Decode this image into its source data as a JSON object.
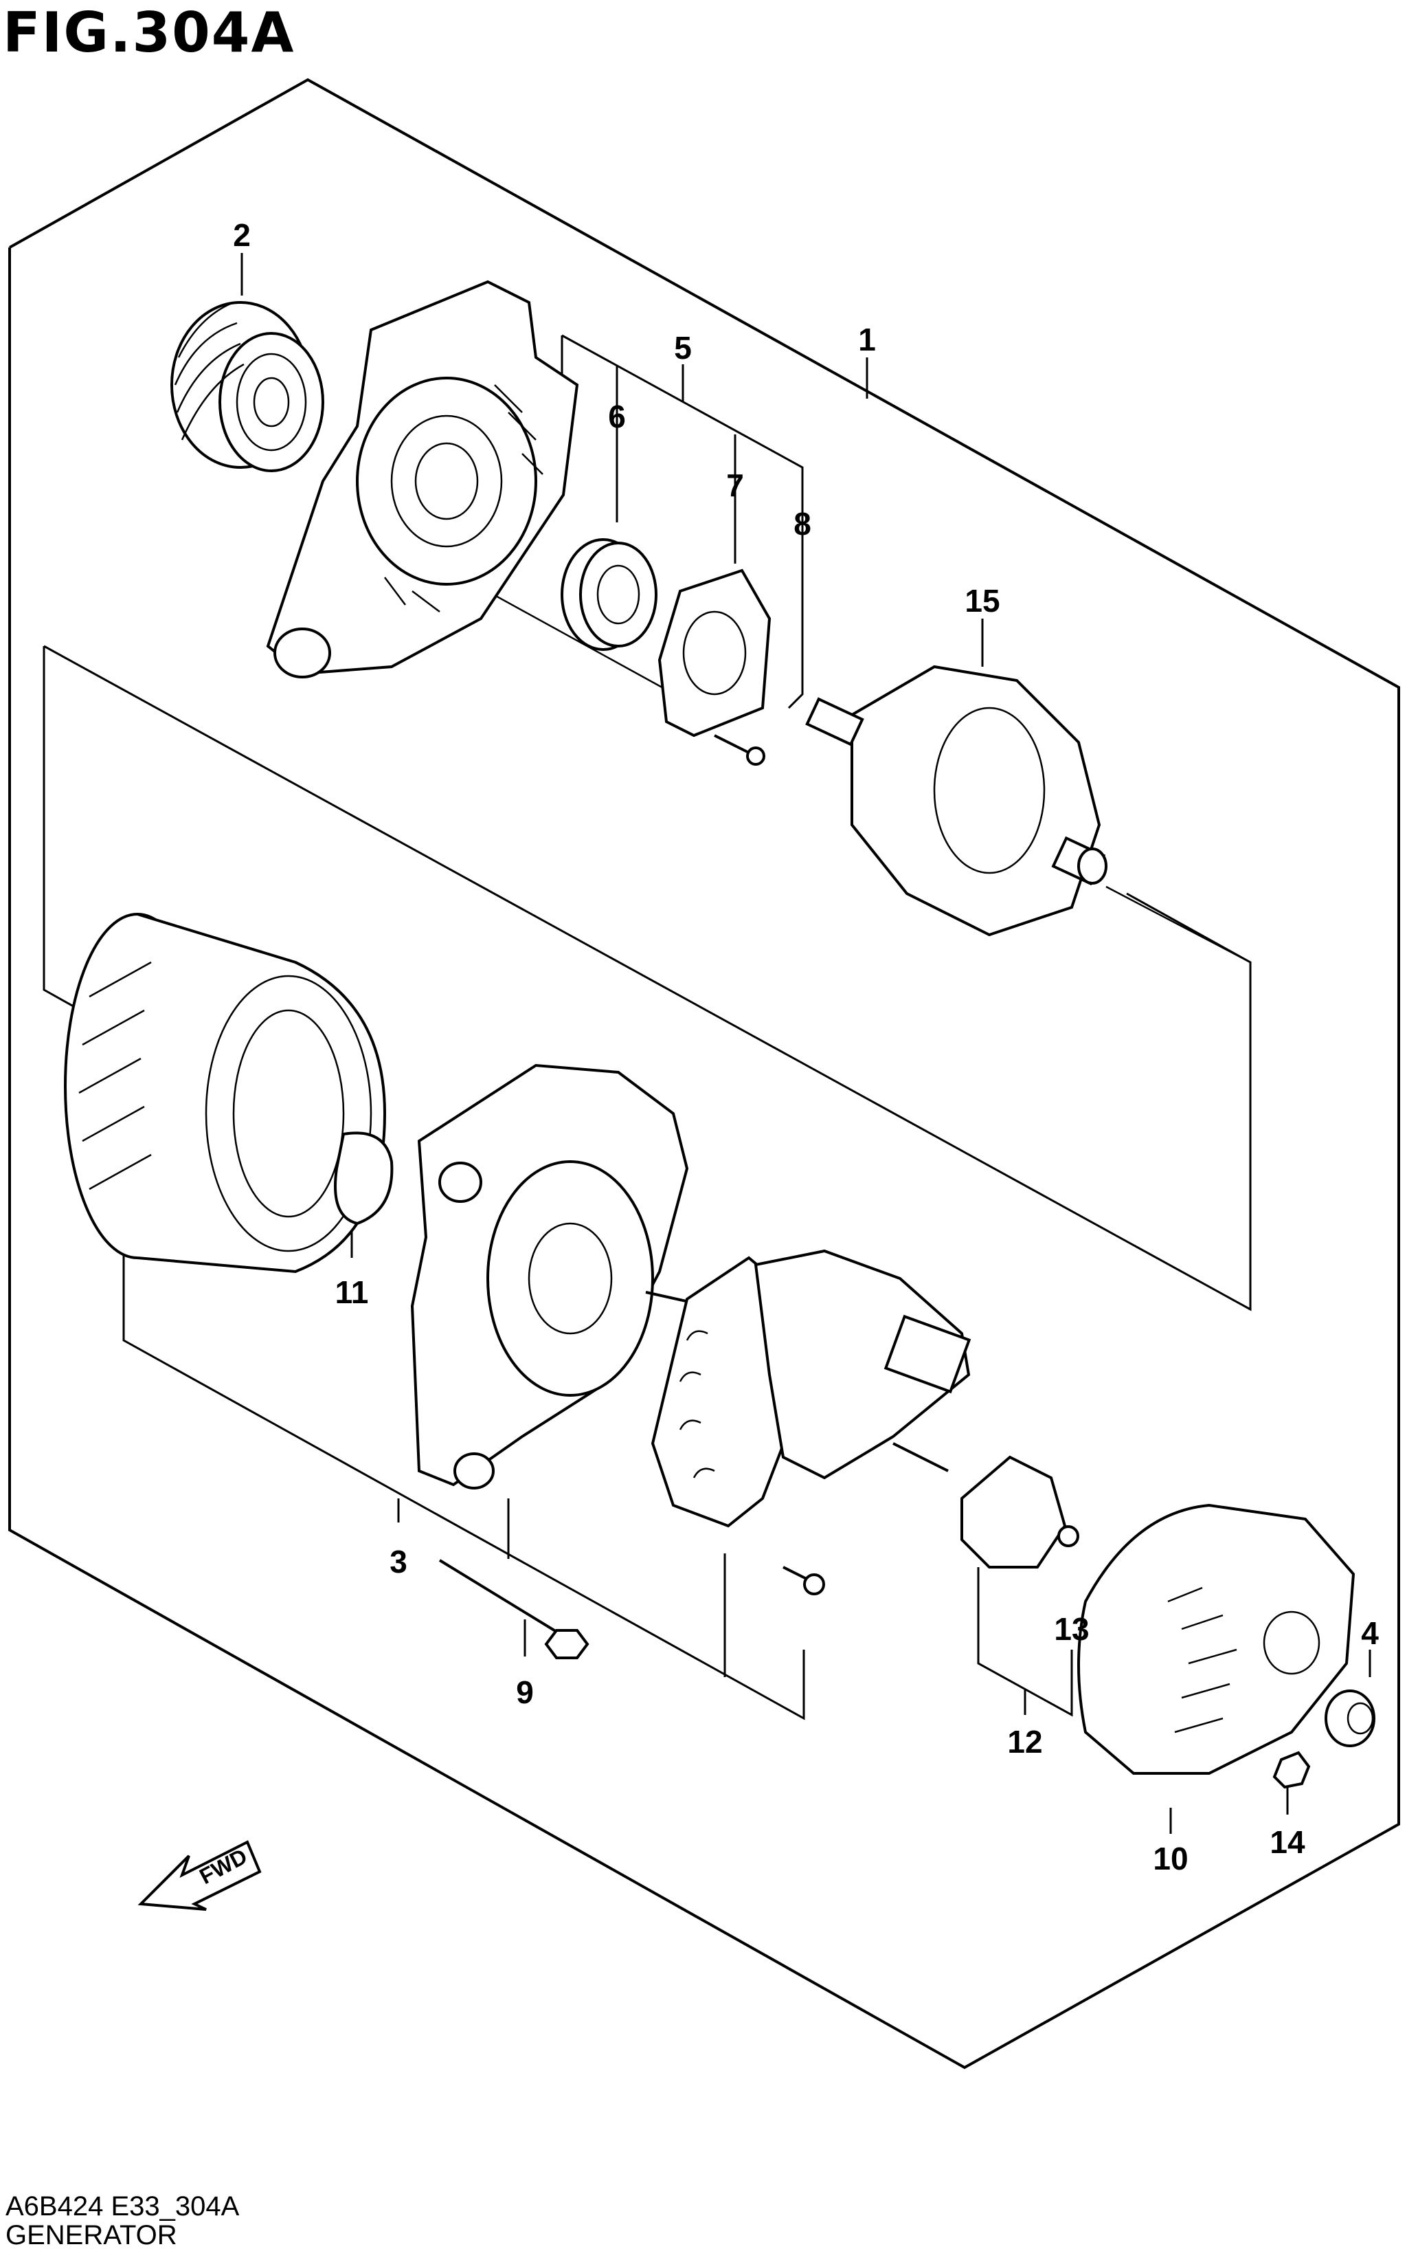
{
  "figure_title": "FIG.304A",
  "footer": {
    "code": "A6B424 E33_304A",
    "name": "GENERATOR"
  },
  "direction_arrow": {
    "label": "FWD",
    "icon": "fwd-arrow-icon"
  },
  "callouts": {
    "p1": "1",
    "p2": "2",
    "p3": "3",
    "p4": "4",
    "p5": "5",
    "p6": "6",
    "p7": "7",
    "p8": "8",
    "p9": "9",
    "p10": "10",
    "p11": "11",
    "p12": "12",
    "p13": "13",
    "p14": "14",
    "p15": "15"
  }
}
